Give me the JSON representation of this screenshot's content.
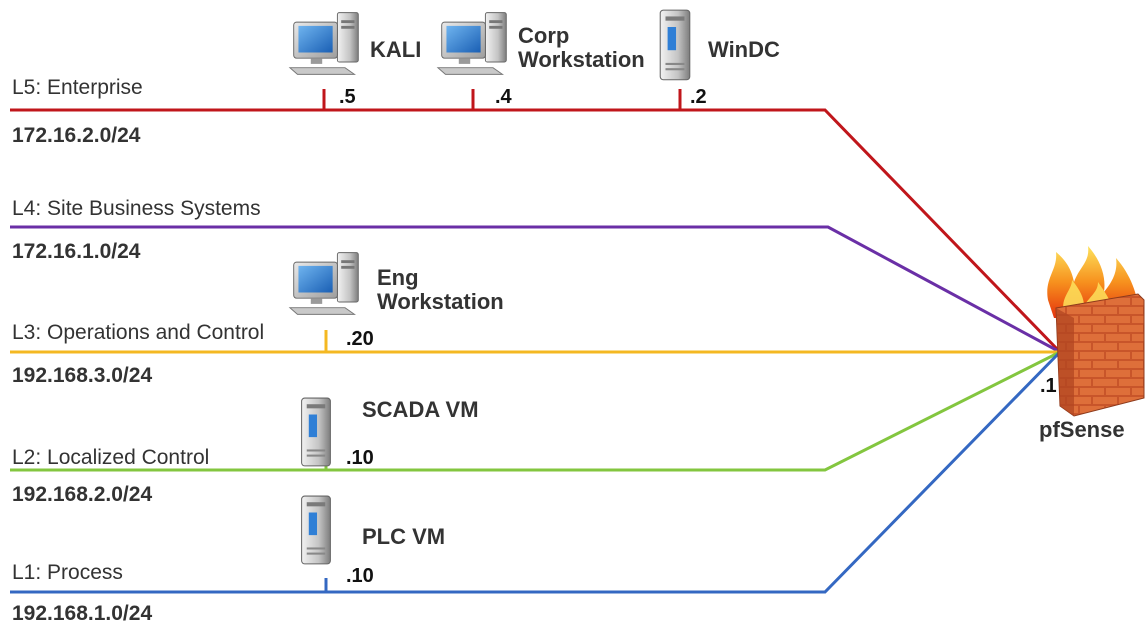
{
  "colors": {
    "l5": "#c0161b",
    "l4": "#6a2fa6",
    "l3": "#f4b822",
    "l2": "#83c63f",
    "l1": "#3468c2"
  },
  "layers": [
    {
      "id": "l5",
      "label": "L5: Enterprise",
      "subnet": "172.16.2.0/24"
    },
    {
      "id": "l4",
      "label": "L4: Site Business Systems",
      "subnet": "172.16.1.0/24"
    },
    {
      "id": "l3",
      "label": "L3: Operations and Control",
      "subnet": "192.168.3.0/24"
    },
    {
      "id": "l2",
      "label": "L2: Localized Control",
      "subnet": "192.168.2.0/24"
    },
    {
      "id": "l1",
      "label": "L1: Process",
      "subnet": "192.168.1.0/24"
    }
  ],
  "devices": {
    "kali": {
      "name": "KALI",
      "octet": ".5",
      "icon": "desktop-computer-icon"
    },
    "corp": {
      "name_line1": "Corp",
      "name_line2": "Workstation",
      "octet": ".4",
      "icon": "desktop-computer-icon"
    },
    "windc": {
      "name": "WinDC",
      "octet": ".2",
      "icon": "server-tower-icon"
    },
    "eng": {
      "name_line1": "Eng",
      "name_line2": "Workstation",
      "octet": ".20",
      "icon": "desktop-computer-icon"
    },
    "scada": {
      "name": "SCADA VM",
      "octet": ".10",
      "icon": "server-tower-icon"
    },
    "plc": {
      "name": "PLC VM",
      "octet": ".10",
      "icon": "server-tower-icon"
    }
  },
  "firewall": {
    "name": "pfSense",
    "octet": ".1",
    "icon": "firewall-icon"
  }
}
